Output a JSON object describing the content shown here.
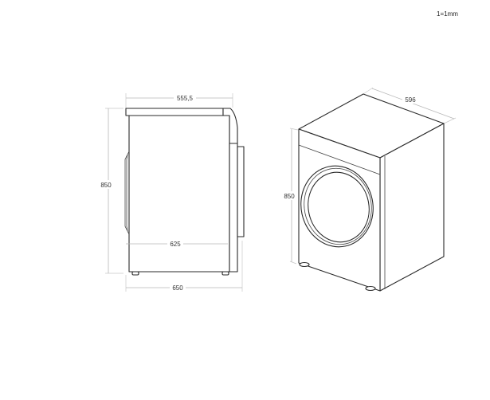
{
  "scale_note": "1=1mm",
  "side_view": {
    "top_width_label": "555,5",
    "height_label": "850",
    "inner_depth_label": "625",
    "total_depth_label": "650"
  },
  "iso_view": {
    "width_label": "596",
    "height_label": "850"
  },
  "colors": {
    "outline": "#2a2a2a",
    "dimension_line": "#b8b8b8",
    "text": "#333333",
    "background": "#ffffff"
  }
}
